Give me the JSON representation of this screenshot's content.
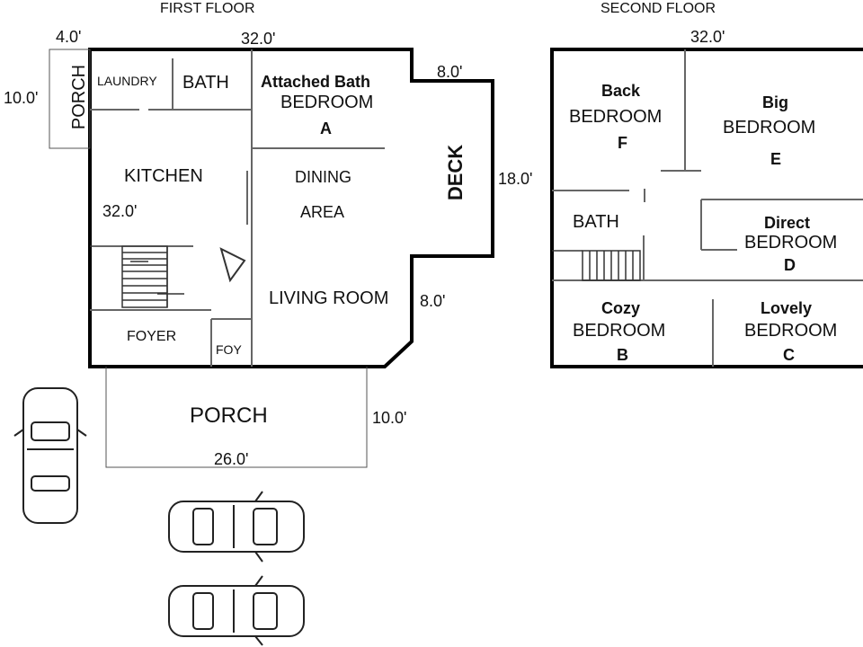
{
  "first_floor": {
    "title": "FIRST FLOOR",
    "dims": {
      "porch_side_width": "4.0'",
      "top_width": "32.0'",
      "porch_side_depth": "10.0'",
      "deck_width": "8.0'",
      "deck_depth": "18.0'",
      "kitchen_depth": "32.0'",
      "lower_step": "8.0'",
      "porch_depth": "10.0'",
      "porch_width": "26.0'"
    },
    "rooms": {
      "porch_side": "PORCH",
      "laundry": "LAUNDRY",
      "bath": "BATH",
      "bedroom_a_name": "Attached Bath",
      "bedroom_a_label": "BEDROOM",
      "bedroom_a_letter": "A",
      "kitchen": "KITCHEN",
      "dining_1": "DINING",
      "dining_2": "AREA",
      "deck": "DECK",
      "living": "LIVING ROOM",
      "foyer": "FOYER",
      "foy": "FOY",
      "porch_front": "PORCH"
    }
  },
  "second_floor": {
    "title": "SECOND FLOOR",
    "width": "32.0'",
    "rooms": {
      "f_name": "Back",
      "f_label": "BEDROOM",
      "f_letter": "F",
      "e_name": "Big",
      "e_label": "BEDROOM",
      "e_letter": "E",
      "bath": "BATH",
      "d_name": "Direct",
      "d_label": "BEDROOM",
      "d_letter": "D",
      "b_name": "Cozy",
      "b_label": "BEDROOM",
      "b_letter": "B",
      "c_name": "Lovely",
      "c_label": "BEDROOM",
      "c_letter": "C"
    }
  }
}
